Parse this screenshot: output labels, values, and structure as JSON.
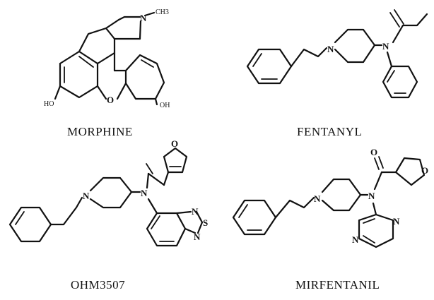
{
  "molecules": [
    {
      "id": "morphine",
      "name": "MORPHINE",
      "atoms": {
        "n": "N",
        "ch3": "CH3",
        "o": "O",
        "ho": "HO",
        "oh": "OH"
      }
    },
    {
      "id": "fentanyl",
      "name": "FENTANYL",
      "atoms": {
        "n1": "N",
        "n2": "N"
      }
    },
    {
      "id": "ohm3507",
      "name": "OHM3507",
      "atoms": {
        "n1": "N",
        "n2": "N",
        "o_furan": "O",
        "n3": "N",
        "s": "S",
        "n4": "N"
      }
    },
    {
      "id": "mirfentanil",
      "name": "MIRFENTANIL",
      "atoms": {
        "n1": "N",
        "n2": "N",
        "o_carbonyl": "O",
        "o_furan": "O",
        "n3": "N",
        "n4": "N"
      }
    }
  ]
}
